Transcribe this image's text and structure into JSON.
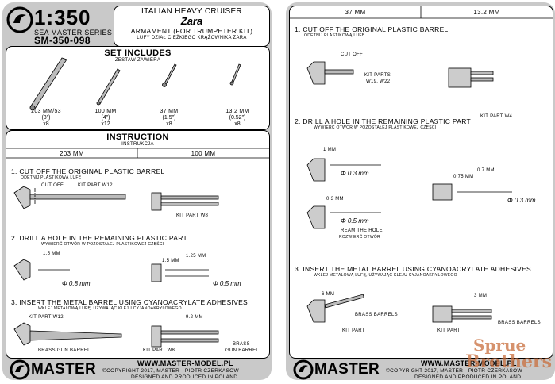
{
  "left": {
    "scale": "1:350",
    "series": "SEA MASTER SERIES",
    "code": "SM-350-098",
    "title_line1": "Italian Heavy Cruiser",
    "title_line2": "Zara",
    "title_line3": "ARMAMENT (for Trumpeter kit)",
    "title_line4": "Lufy dział ciężkiego krążownika Zara",
    "set_title": "Set includes",
    "set_subtitle": "Zestaw zawiera",
    "items": [
      {
        "size": "203 mm/53",
        "inch": "(8\")",
        "qty": "x8"
      },
      {
        "size": "100 mm",
        "inch": "(4\")",
        "qty": "x12"
      },
      {
        "size": "37 mm",
        "inch": "(1.5\")",
        "qty": "x8"
      },
      {
        "size": "13.2 mm",
        "inch": "(0.52\")",
        "qty": "x8"
      }
    ],
    "instr_title": "Instruction",
    "instr_subtitle": "Instrukcja",
    "col1": "203 mm",
    "col2": "100 mm",
    "step1": "1. Cut off the original plastic barrel",
    "step1_sub": "Odetnij plastikową lufę",
    "step1_cutoff": "cut off",
    "step1_part_w12": "kit part W12",
    "step1_part_w8": "kit part W8",
    "step2": "2. Drill a hole in the remaining plastic part",
    "step2_sub": "Wywierć otwór w pozostałej plastikowej części",
    "step2_dim1": "1.5 mm",
    "step2_drill1": "Φ 0.8 mm",
    "step2_dim2": "1.5 mm",
    "step2_dim3": "1.25 mm",
    "step2_drill2": "Φ 0.5 mm",
    "step3": "3. Insert the metal barrel using Cyanoacrylate adhesives",
    "step3_sub": "Wklej metalową lufę, używając kleju cyjanoakrylowego",
    "step3_part_w12": "kit part W12",
    "step3_brass1": "brass gun barrel",
    "step3_dim": "9.2 mm",
    "step3_part_w8": "kit part W8",
    "step3_brass2_a": "brass",
    "step3_brass2_b": "gun barrel",
    "logo": "MASTER",
    "url": "www.master-model.pl",
    "copyright": "©Copyright 2017, MASTER - Piotr Czerkasow",
    "made": "designed and produced in Poland"
  },
  "right": {
    "col1": "37 mm",
    "col2": "13.2 mm",
    "step1": "1. Cut off the original plastic barrel",
    "step1_sub": "Odetnij plastikową lufę",
    "cutoff": "cut off",
    "part_w19": "kit parts",
    "part_w19b": "W19, W22",
    "part_w4": "kit part W4",
    "step2": "2. Drill a hole in the remaining plastic part",
    "step2_sub": "Wywierć otwór w pozostałej plastikowej części",
    "dim_1mm": "1 mm",
    "drill_03a": "Φ 0.3 mm",
    "dim_03": "0.3 mm",
    "drill_05": "Φ 0.5 mm",
    "ream1": "ream the hole",
    "ream2": "Rozwierć otwór",
    "dim_075": "0.75 mm",
    "dim_07": "0.7 mm",
    "drill_03b": "Φ 0.3 mm",
    "step3": "3. Insert the metal barrel using Cyanoacrylate adhesives",
    "step3_sub": "Wklej metalową lufę, używając kleju cyjanoakrylowego",
    "dim_6": "6 mm",
    "brass_barrels": "brass barrels",
    "kit_part": "kit part",
    "dim_3": "3 mm",
    "brass_barrels2": "brass barrels",
    "logo": "MASTER",
    "url": "www.master-model.pl",
    "copyright": "©Copyright 2017, MASTER - Piotr Czerkasow",
    "made": "designed and produced in Poland",
    "watermark1": "Sprue",
    "watermark2": "Brothers"
  }
}
